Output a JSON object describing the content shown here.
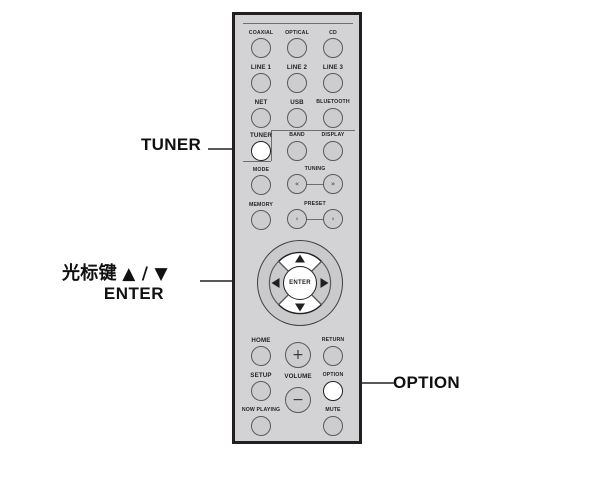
{
  "device": {
    "type": "remote-control",
    "body_color": "#d3d3d5",
    "outline_color": "#231f20",
    "button_color": "#cdcdcf",
    "highlight_color": "#ffffff"
  },
  "callouts": [
    {
      "id": "tuner",
      "text": "TUNER",
      "target": "tuner-button"
    },
    {
      "id": "option",
      "text": "OPTION",
      "target": "option-button"
    }
  ],
  "cursor_callout": {
    "chinese": "光标键",
    "arrows": "▲ / ▼",
    "enter": "ENTER"
  },
  "buttons": {
    "row_source_1": [
      {
        "label": "COAXIAL",
        "highlighted": false
      },
      {
        "label": "OPTICAL",
        "highlighted": false
      },
      {
        "label": "CD",
        "highlighted": false
      }
    ],
    "row_source_2": [
      {
        "label": "LINE 1",
        "highlighted": false
      },
      {
        "label": "LINE 2",
        "highlighted": false
      },
      {
        "label": "LINE 3",
        "highlighted": false
      }
    ],
    "row_source_3": [
      {
        "label": "NET",
        "highlighted": false
      },
      {
        "label": "USB",
        "highlighted": false
      },
      {
        "label": "BLUETOOTH",
        "highlighted": false
      }
    ],
    "row_tuner": [
      {
        "label": "TUNER",
        "highlighted": true
      },
      {
        "label": "BAND",
        "highlighted": false
      },
      {
        "label": "DISPLAY",
        "highlighted": false
      }
    ],
    "mode": {
      "label": "MODE",
      "highlighted": false
    },
    "memory": {
      "label": "MEMORY",
      "highlighted": false
    },
    "tuning": {
      "label": "TUNING",
      "left_icon": "chevron-double-left-icon",
      "right_icon": "chevron-double-right-icon",
      "left_glyph": "«",
      "right_glyph": "»"
    },
    "preset": {
      "label": "PRESET",
      "left_icon": "chevron-left-icon",
      "right_icon": "chevron-right-icon",
      "left_glyph": "‹",
      "right_glyph": "›"
    },
    "dpad": {
      "up": {
        "icon": "arrow-up-icon",
        "glyph": "▲",
        "highlighted": true
      },
      "down": {
        "icon": "arrow-down-icon",
        "glyph": "▼",
        "highlighted": true
      },
      "left": {
        "icon": "arrow-left-icon",
        "glyph": "◀",
        "highlighted": false
      },
      "right": {
        "icon": "arrow-right-icon",
        "glyph": "▶",
        "highlighted": false
      },
      "enter": {
        "label": "ENTER",
        "highlighted": true
      }
    },
    "row_nav": [
      {
        "label": "HOME",
        "highlighted": false
      },
      {
        "label": "RETURN",
        "highlighted": false
      }
    ],
    "row_setup": [
      {
        "label": "SETUP",
        "highlighted": false
      },
      {
        "label": "OPTION",
        "highlighted": true
      }
    ],
    "row_play": [
      {
        "label": "NOW PLAYING",
        "highlighted": false
      },
      {
        "label": "MUTE",
        "highlighted": false
      }
    ],
    "volume": {
      "label": "VOLUME",
      "up_icon": "plus-icon",
      "down_icon": "minus-icon",
      "up_glyph": "+",
      "down_glyph": "−"
    }
  }
}
